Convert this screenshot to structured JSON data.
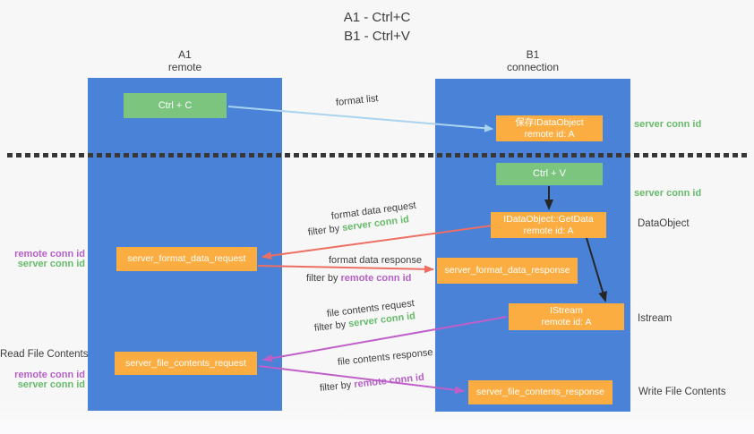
{
  "title": {
    "line1": "A1 - Ctrl+C",
    "line2": "B1 - Ctrl+V"
  },
  "columns": {
    "left": {
      "name": "A1",
      "subtitle": "remote"
    },
    "right": {
      "name": "B1",
      "subtitle": "connection"
    }
  },
  "nodes": {
    "ctrl_c": {
      "label": "Ctrl + C"
    },
    "save_idataobject": {
      "line1": "保存IDataObject",
      "line2": "remote id: A"
    },
    "ctrl_v": {
      "label": "Ctrl + V"
    },
    "getdata": {
      "line1": "IDataObject::GetData",
      "line2": "remote id: A"
    },
    "server_format_data_request": {
      "label": "server_format_data_request"
    },
    "server_format_data_response": {
      "label": "server_format_data_response"
    },
    "istream": {
      "line1": "IStream",
      "line2": "remote id: A"
    },
    "server_file_contents_request": {
      "label": "server_file_contents_request"
    },
    "server_file_contents_response": {
      "label": "server_file_contents_response"
    }
  },
  "flows": {
    "format_list": {
      "label": "format list"
    },
    "format_data_request": {
      "label": "format data request",
      "filter_prefix": "filter by ",
      "filter_key": "server conn id"
    },
    "format_data_response": {
      "label": "format data response",
      "filter_prefix": "filter by ",
      "filter_key": "remote conn id"
    },
    "file_contents_request": {
      "label": "file contents request",
      "filter_prefix": "filter by ",
      "filter_key": "server conn id"
    },
    "file_contents_response": {
      "label": "file contents response",
      "filter_prefix": "filter by ",
      "filter_key": "remote conn id"
    }
  },
  "side_labels": {
    "right": {
      "server_conn_id_1": "server conn id",
      "server_conn_id_2": "server conn id",
      "dataobject": "DataObject",
      "istream": "Istream",
      "write_file_contents": "Write File Contents"
    },
    "left": {
      "remote_conn_id_1": "remote conn id",
      "server_conn_id_1": "server conn id",
      "read_file_contents": "Read File Contents",
      "remote_conn_id_2": "remote conn id",
      "server_conn_id_2": "server conn id"
    }
  },
  "colors": {
    "column_blue": "#4a82d8",
    "box_green": "#7cc57f",
    "box_orange": "#fbad42",
    "label_green": "#66bb6a",
    "label_purple": "#b75fc8",
    "arrow_red": "#ee6e62",
    "arrow_magenta": "#c05fc9",
    "arrow_lightblue": "#a9d3ee",
    "arrow_black": "#262626",
    "dash_line": "#383838"
  }
}
